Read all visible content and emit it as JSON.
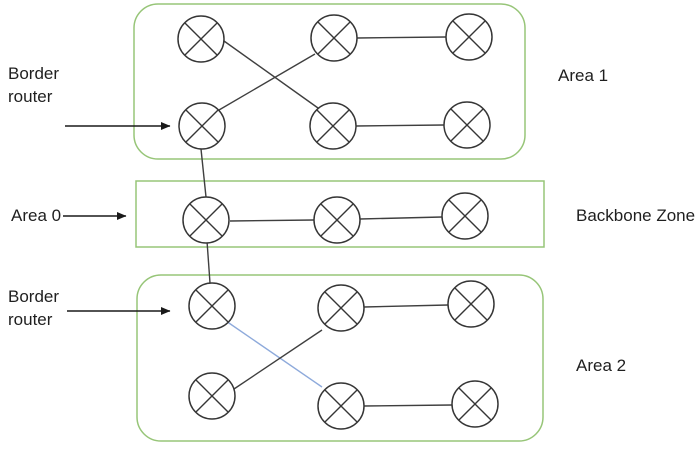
{
  "labels": {
    "border_router_top": "Border\nrouter",
    "area_0": "Area 0",
    "border_router_bottom": "Border\nrouter",
    "area_1": "Area 1",
    "backbone_zone": "Backbone Zone",
    "area_2": "Area 2"
  },
  "diagram": {
    "type": "network-topology",
    "areas": [
      {
        "label": "Area 1",
        "router_count": 6,
        "border_style": "rounded"
      },
      {
        "label": "Backbone Zone",
        "router_count": 3,
        "border_style": "rectangular"
      },
      {
        "label": "Area 2",
        "router_count": 6,
        "border_style": "rounded"
      }
    ],
    "links": {
      "area_1": [
        "top-left to bottom-middle",
        "bottom-left to top-middle",
        "top-middle to top-right",
        "bottom-middle to bottom-right"
      ],
      "backbone": [
        "left to middle",
        "middle to right"
      ],
      "area_2": [
        "top-left to bottom-middle (blue)",
        "bottom-left to top-middle",
        "top-middle to top-right",
        "bottom-middle to bottom-right"
      ],
      "inter_area": [
        "area1 bottom-left to backbone left",
        "backbone left to area2 top-left"
      ]
    },
    "colors": {
      "area_outline": "#97c578",
      "link_line": "#3f3f3f",
      "highlight_link": "#8eaadb",
      "router_outline": "#363636",
      "arrow": "#1a1a1a",
      "label_text": "#1f1f1f",
      "background": "#ffffff"
    }
  }
}
